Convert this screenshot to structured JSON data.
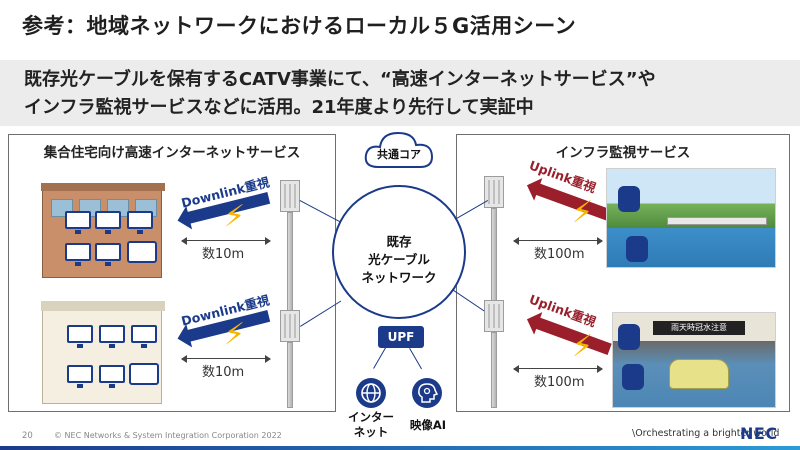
{
  "header": {
    "title": "参考：地域ネットワークにおけるローカル５G活用シーン"
  },
  "lead": {
    "line1": "既存光ケーブルを保有するCATV事業にて、“高速インターネットサービス”や",
    "line2": "インフラ監視サービスなどに活用。21年度より先行して実証中"
  },
  "left_panel": {
    "title": "集合住宅向け高速インターネットサービス",
    "row1": {
      "link": "Downlink重視",
      "distance": "数10m"
    },
    "row2": {
      "link": "Downlink重視",
      "distance": "数10m"
    }
  },
  "right_panel": {
    "title": "インフラ監視サービス",
    "row1": {
      "link": "Uplink重視",
      "distance": "数100m"
    },
    "row2": {
      "link": "Uplink重視",
      "distance": "数100m",
      "sign": "雨天時冠水注意"
    }
  },
  "center": {
    "cloud_label": "共通コア",
    "ring_lines": [
      "既存",
      "光ケーブル",
      "ネットワーク"
    ],
    "upf_label": "UPF",
    "internet_label_1": "インター",
    "internet_label_2": "ネット",
    "ai_label": "映像AI"
  },
  "footer": {
    "page_number": "20",
    "copyright": "© NEC Networks & System Integration Corporation 2022",
    "tagline": "\\Orchestrating a brighter world",
    "logo": "NEC"
  },
  "colors": {
    "navy": "#1b3a8a",
    "downlink_arrow": "#1b3a8a",
    "uplink_arrow": "#9a1f2b",
    "bolt": "#f5b400"
  },
  "icons": [
    "cloud-icon",
    "globe-icon",
    "ai-head-icon",
    "lightning-icon",
    "antenna-pole-icon",
    "pc-icon",
    "tablet-icon",
    "camera-icon"
  ]
}
